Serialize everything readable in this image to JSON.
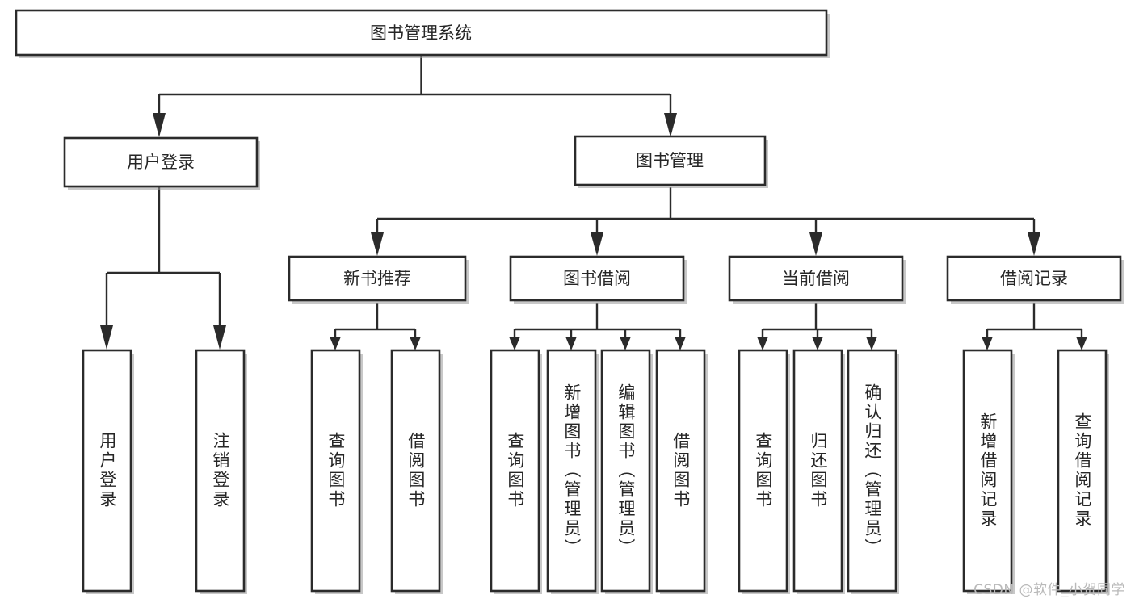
{
  "diagram": {
    "type": "tree-hierarchy-chart",
    "title": "图书管理系统",
    "root": {
      "label": "图书管理系统"
    },
    "level2": [
      {
        "label": "用户登录"
      },
      {
        "label": "图书管理"
      }
    ],
    "level3": [
      {
        "label": "新书推荐"
      },
      {
        "label": "图书借阅"
      },
      {
        "label": "当前借阅"
      },
      {
        "label": "借阅记录"
      }
    ],
    "leaves": {
      "user_login": [
        {
          "label": "用户登录"
        },
        {
          "label": "注销登录"
        }
      ],
      "new_book_recommend": [
        {
          "label": "查询图书"
        },
        {
          "label": "借阅图书"
        }
      ],
      "book_borrow": [
        {
          "label": "查询图书"
        },
        {
          "label": "新增图书（管理员）"
        },
        {
          "label": "编辑图书（管理员）"
        },
        {
          "label": "借阅图书"
        }
      ],
      "current_borrow": [
        {
          "label": "查询图书"
        },
        {
          "label": "归还图书"
        },
        {
          "label": "确认归还（管理员）"
        }
      ],
      "borrow_record": [
        {
          "label": "新增借阅记录"
        },
        {
          "label": "查询借阅记录"
        }
      ]
    },
    "colors": {
      "box_stroke": "#2b2b2b",
      "box_fill": "#ffffff",
      "text": "#262626",
      "connector": "#2b2b2b",
      "background": "#ffffff",
      "watermark": "#b9b9b9"
    }
  },
  "watermark": {
    "text": "CSDN @软件_小贺同学"
  }
}
